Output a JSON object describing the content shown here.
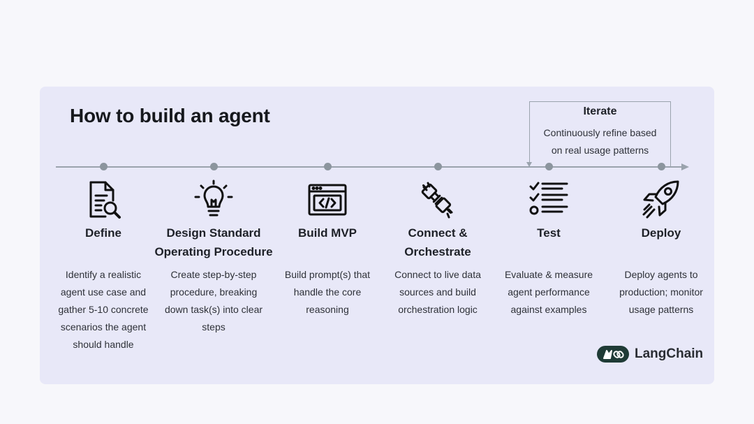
{
  "title": "How to build an agent",
  "iterate": {
    "title": "Iterate",
    "desc_line1": "Continuously refine based",
    "desc_line2": "on real usage patterns"
  },
  "steps": [
    {
      "icon": "document-search-icon",
      "title_line1": "Define",
      "title_line2": "",
      "desc": [
        "Identify a realistic",
        "agent use case and",
        "gather 5-10 concrete",
        "scenarios the agent",
        "should handle"
      ]
    },
    {
      "icon": "lightbulb-icon",
      "title_line1": "Design Standard",
      "title_line2": "Operating Procedure",
      "desc": [
        "Create step-by-step",
        "procedure, breaking",
        "down task(s) into clear",
        "steps"
      ]
    },
    {
      "icon": "code-window-icon",
      "title_line1": "Build MVP",
      "title_line2": "",
      "desc": [
        "Build prompt(s) that",
        "handle the core",
        "reasoning"
      ]
    },
    {
      "icon": "plug-connect-icon",
      "title_line1": "Connect &",
      "title_line2": "Orchestrate",
      "desc": [
        "Connect to live data",
        "sources and build",
        "orchestration logic"
      ]
    },
    {
      "icon": "checklist-icon",
      "title_line1": "Test",
      "title_line2": "",
      "desc": [
        "Evaluate & measure",
        "agent performance",
        "against examples"
      ]
    },
    {
      "icon": "rocket-icon",
      "title_line1": "Deploy",
      "title_line2": "",
      "desc": [
        "Deploy agents to",
        "production; monitor",
        "usage patterns"
      ]
    }
  ],
  "logo": {
    "text": "LangChain",
    "icon": "langchain-logo-icon",
    "badge_color": "#1f3b36"
  },
  "colors": {
    "card": "#e8e8f8",
    "timeline": "#9aa3ad",
    "text": "#1e2128"
  }
}
